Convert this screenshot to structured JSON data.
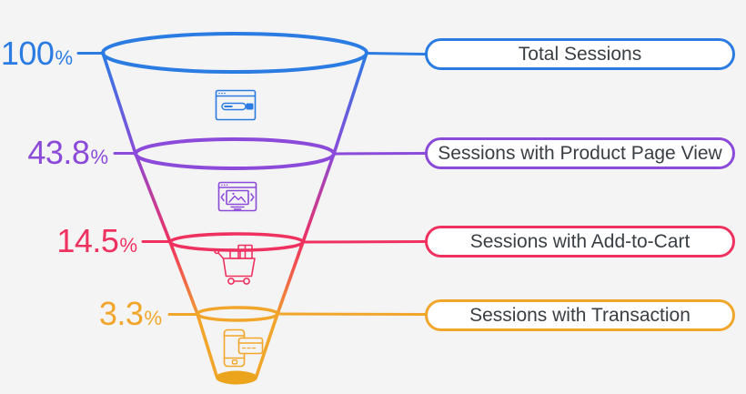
{
  "chart_data": {
    "type": "funnel",
    "title": "",
    "orientation": "inverted-cone, percent labels on left, stage name pills on right",
    "percent_suffix": "%",
    "stages": [
      {
        "label": "Total Sessions",
        "percent": 100,
        "percent_label": "100",
        "color": "#2b7ce2",
        "icon": "browser-window-icon"
      },
      {
        "label": "Sessions with Product Page View",
        "percent": 43.8,
        "percent_label": "43.8",
        "color": "#8b4ad9",
        "icon": "product-page-image-icon"
      },
      {
        "label": "Sessions with Add-to-Cart",
        "percent": 14.5,
        "percent_label": "14.5",
        "color": "#ef3160",
        "icon": "shopping-cart-icon"
      },
      {
        "label": "Sessions with Transaction",
        "percent": 3.3,
        "percent_label": "3.3",
        "color": "#f1a62b",
        "icon": "phone-payment-icon"
      }
    ]
  },
  "colors": {
    "background": "#f5f4f4",
    "pill_bg": "#ffffff",
    "pill_text": "#3a3f44",
    "funnel_bottom": "#eca41d"
  }
}
